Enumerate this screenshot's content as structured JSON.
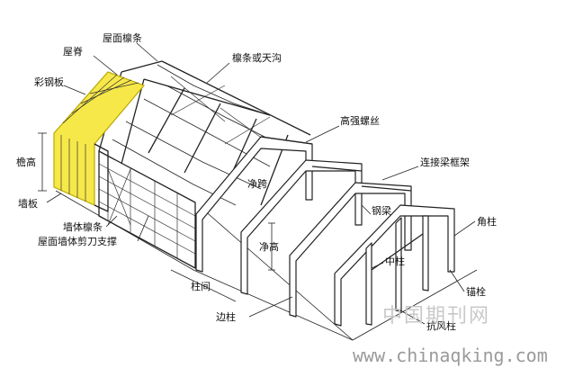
{
  "labels": {
    "roof_purlin": "屋面檩条",
    "ridge": "屋脊",
    "purlin_gutter": "檩条或天沟",
    "color_steel_plate": "彩钢板",
    "high_strength_bolt": "高强螺丝",
    "eave_height": "檐高",
    "connecting_beam_frame": "连接梁框架",
    "wall_panel": "墙板",
    "clear_span": "净跨",
    "steel_beam": "钢梁",
    "wall_purlin": "墙体檩条",
    "corner_column": "角柱",
    "roof_wall_bracing": "屋面墙体剪刀支撑",
    "clear_height": "净高",
    "center_column": "中柱",
    "column_spacing": "柱间",
    "anchor_bolt": "锚栓",
    "side_column": "边柱",
    "wind_column": "抗风柱"
  },
  "watermark": {
    "cn": "中国期刊网",
    "url": "www.chinaqking.com"
  },
  "colors": {
    "panel_fill": "#f7e84a",
    "panel_stroke": "#b9a700",
    "line": "#222222",
    "background": "#ffffff"
  }
}
